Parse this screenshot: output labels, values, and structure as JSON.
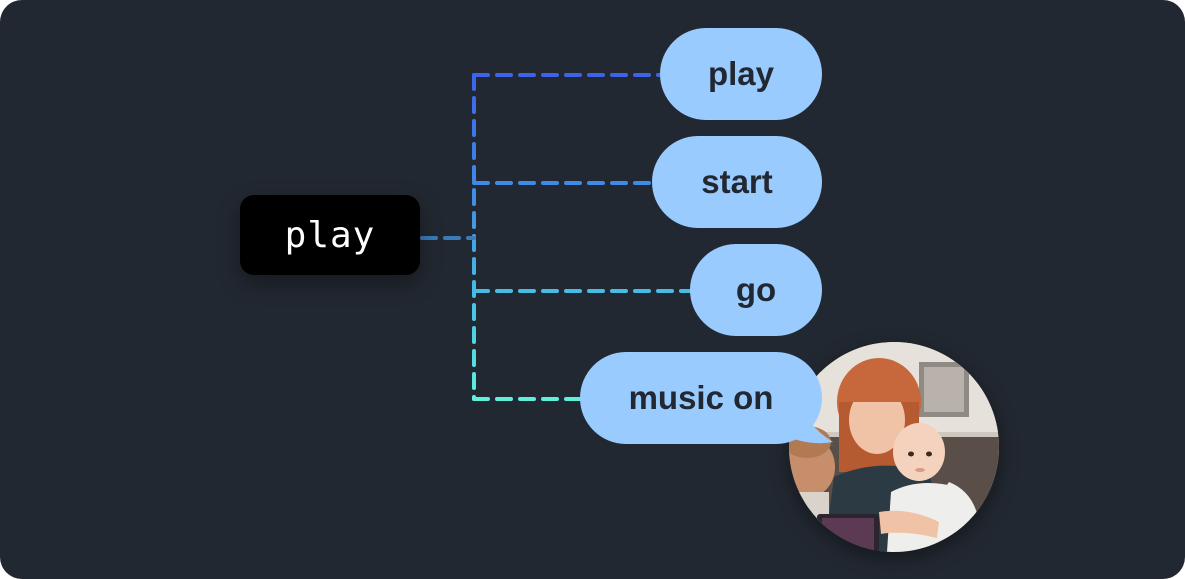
{
  "source": {
    "label": "play"
  },
  "alternatives": [
    {
      "label": "play",
      "connector_color": "#3d63ea"
    },
    {
      "label": "start",
      "connector_color": "#3f8ae6"
    },
    {
      "label": "go",
      "connector_color": "#47bde6"
    },
    {
      "label": "music on",
      "connector_color": "#5ff0dc"
    }
  ],
  "colors": {
    "background": "#222831",
    "bubble": "#99cbff",
    "bubble_text": "#222831",
    "source_chip": "#000000",
    "source_text": "#ffffff",
    "source_connector": "#3a7bb8"
  },
  "avatar": {
    "icon": "user-photo-icon",
    "description_hidden": true
  }
}
